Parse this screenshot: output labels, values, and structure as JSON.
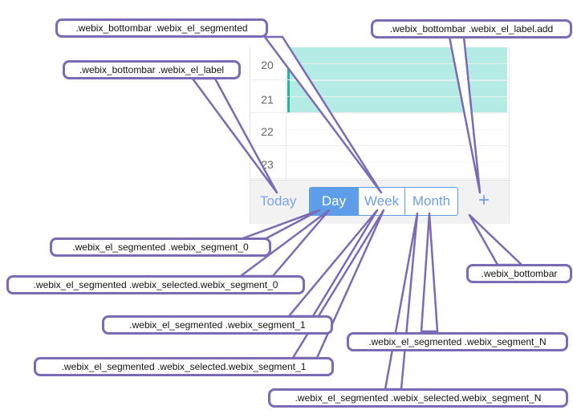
{
  "colors": {
    "accent": "#5e9de8",
    "segment_text": "#6f9fe4",
    "event_fill": "#b4ebe4",
    "event_border": "#27b3a0",
    "callout_border": "#7c6ab4",
    "bottombar_bg": "#f2f2f2"
  },
  "scheduler": {
    "hours": [
      "20",
      "21",
      "22",
      "23"
    ],
    "bottombar": {
      "today_label": "Today",
      "segments": [
        {
          "label": "Day",
          "selected": true
        },
        {
          "label": "Week",
          "selected": false
        },
        {
          "label": "Month",
          "selected": false
        }
      ],
      "add_label": "+"
    }
  },
  "callouts": [
    {
      "id": "bottombar-segmented",
      "text": ".webix_bottombar .webix_el_segmented"
    },
    {
      "id": "bottombar-label-add",
      "text": ".webix_bottombar .webix_el_label.add"
    },
    {
      "id": "bottombar-label",
      "text": ".webix_bottombar .webix_el_label"
    },
    {
      "id": "segment-0",
      "text": ".webix_el_segmented .webix_segment_0"
    },
    {
      "id": "selected-segment-0",
      "text": ".webix_el_segmented .webix_selected.webix_segment_0"
    },
    {
      "id": "bottombar",
      "text": ".webix_bottombar"
    },
    {
      "id": "segment-1",
      "text": ".webix_el_segmented .webix_segment_1"
    },
    {
      "id": "segment-n",
      "text": ".webix_el_segmented .webix_segment_N"
    },
    {
      "id": "selected-segment-1",
      "text": ".webix_el_segmented .webix_selected.webix_segment_1"
    },
    {
      "id": "selected-segment-n",
      "text": ".webix_el_segmented .webix_selected.webix_segment_N"
    }
  ]
}
